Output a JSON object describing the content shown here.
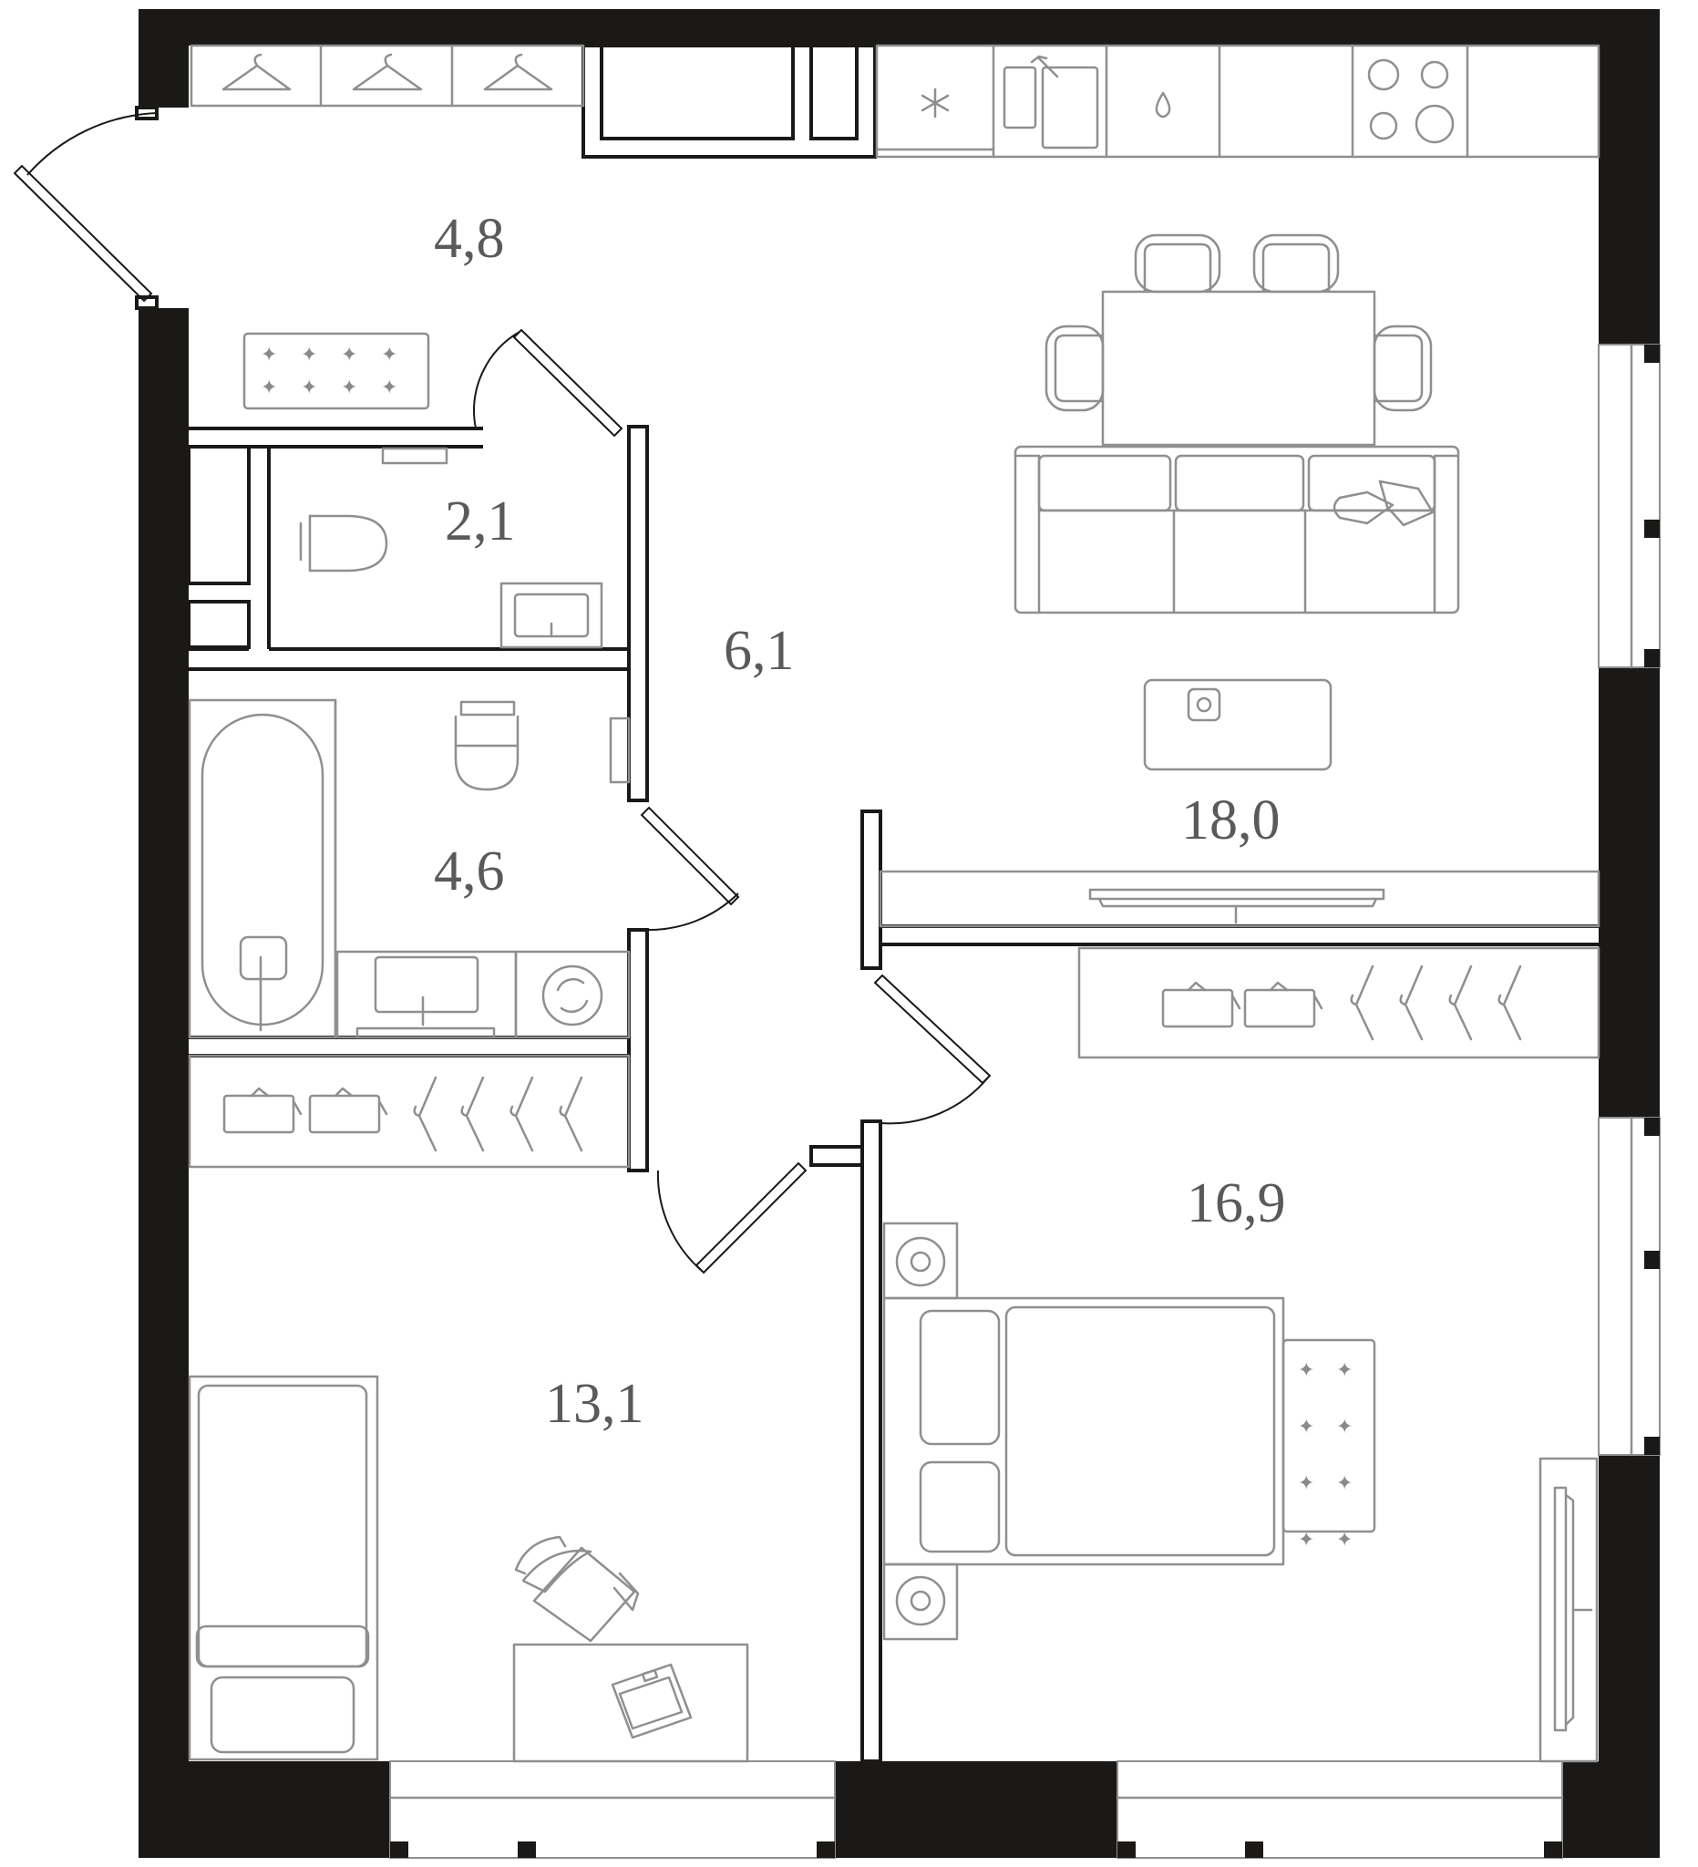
{
  "plan": {
    "colors": {
      "wall": "#1a1917",
      "furniture": "#8f8f8f",
      "label": "#5a5a5a"
    },
    "rooms": [
      {
        "id": "entry-hall",
        "area": "4,8"
      },
      {
        "id": "toilet",
        "area": "2,1"
      },
      {
        "id": "corridor",
        "area": "6,1"
      },
      {
        "id": "living-kitchen",
        "area": "18,0"
      },
      {
        "id": "bathroom",
        "area": "4,6"
      },
      {
        "id": "bedroom-master",
        "area": "16,9"
      },
      {
        "id": "bedroom-small",
        "area": "13,1"
      }
    ],
    "icons": [
      "hanger-icon",
      "fridge-icon",
      "sink-icon",
      "stove-icon",
      "toilet-icon",
      "bathtub-icon",
      "washing-machine-icon",
      "tv-icon",
      "sofa-icon",
      "dining-table-icon",
      "bed-icon",
      "desk-icon",
      "chair-icon",
      "laptop-icon",
      "rug-icon"
    ]
  }
}
